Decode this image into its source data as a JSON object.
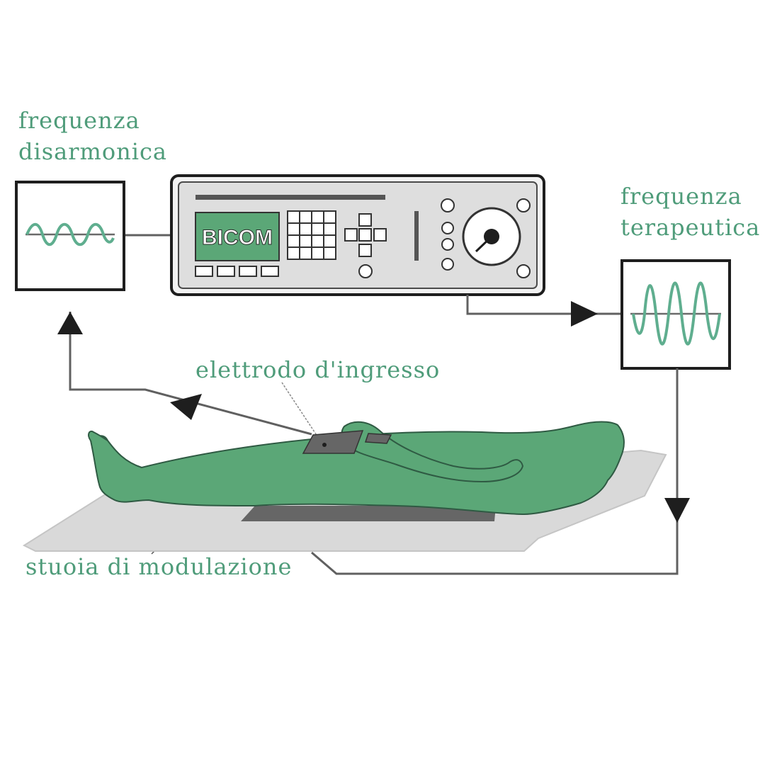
{
  "labels": {
    "disharmonic": [
      "frequenza",
      "disarmonica"
    ],
    "therapeutic": [
      "frequenza",
      "terapeutica"
    ],
    "input_electrode": "elettrodo d'ingresso",
    "modulation_mat": "stuoia di modulazione"
  },
  "device": {
    "screen_text": "BICOM"
  },
  "icons": {
    "device": "bicom-device",
    "waveform_in": "waveform-icon",
    "waveform_out": "waveform-icon",
    "person": "lying-person",
    "mat": "modulation-mat"
  },
  "colors": {
    "accent": "#4f9c7a",
    "body": "#5ba777",
    "body_outline": "#2f5a43",
    "line": "#606060",
    "mat": "#d9d9d9",
    "device_body": "#dedede",
    "screen": "#5ba777",
    "wave": "#5fae8f"
  }
}
